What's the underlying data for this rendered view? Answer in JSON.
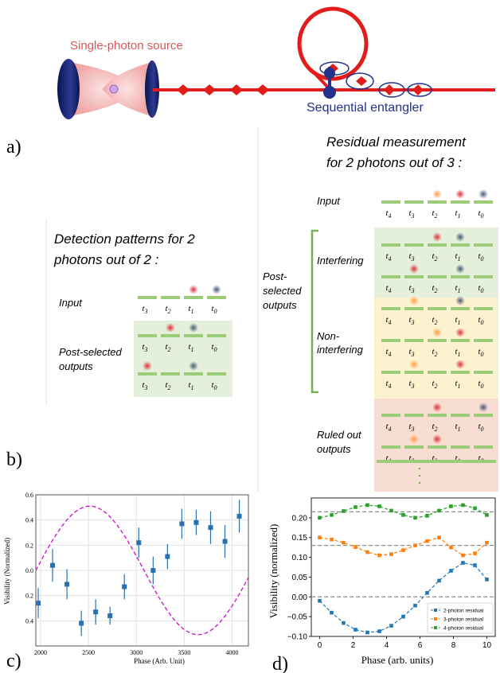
{
  "panel_labels": {
    "a": "a)",
    "b": "b)",
    "c": "c)",
    "d": "d)"
  },
  "panel_a": {
    "source_label": "Single-photon source",
    "entangler_label": "Sequential entangler"
  },
  "panel_b": {
    "title_line1": "Detection patterns for 2",
    "title_line2": "photons out of 2 :",
    "input_label": "Input",
    "post_label_line1": "Post-selected",
    "post_label_line2": "outputs",
    "slots": [
      "3",
      "2",
      "1",
      "0"
    ]
  },
  "panel_r": {
    "title_line1": "Residual measurement",
    "title_line2": "for 2 photons out of 3 :",
    "input_label": "Input",
    "post_label": [
      "Post-",
      "selected",
      "outputs"
    ],
    "interfering_label": "Interfering",
    "noninterfering_line1": "Non-",
    "noninterfering_line2": "interfering",
    "ruled_line1": "Ruled out",
    "ruled_line2": "outputs",
    "slots": [
      "4",
      "3",
      "2",
      "1",
      "0"
    ]
  },
  "chart_data": [
    {
      "type": "scatter",
      "panel": "c",
      "xlabel": "Phase (Arb. Unit)",
      "ylabel": "Visibility (Normalized)",
      "xlim": [
        1950,
        4170
      ],
      "ylim": [
        -0.6,
        0.6
      ],
      "xticks": [
        2000,
        2500,
        3000,
        3500,
        4000
      ],
      "yticks": [
        -0.4,
        -0.2,
        0.0,
        0.2,
        0.4,
        0.6
      ],
      "ytick_labels": [
        "0.4",
        "0.2",
        "0.0",
        "0.2",
        "0.4",
        "0.6"
      ],
      "grid": true,
      "points": [
        {
          "x": 1975,
          "y": -0.26,
          "err": 0.12
        },
        {
          "x": 2125,
          "y": 0.04,
          "err": 0.13
        },
        {
          "x": 2275,
          "y": -0.11,
          "err": 0.12
        },
        {
          "x": 2425,
          "y": -0.42,
          "err": 0.1
        },
        {
          "x": 2575,
          "y": -0.33,
          "err": 0.1
        },
        {
          "x": 2725,
          "y": -0.36,
          "err": 0.07
        },
        {
          "x": 2875,
          "y": -0.13,
          "err": 0.1
        },
        {
          "x": 3025,
          "y": 0.22,
          "err": 0.12
        },
        {
          "x": 3175,
          "y": 0.0,
          "err": 0.11
        },
        {
          "x": 3325,
          "y": 0.11,
          "err": 0.1
        },
        {
          "x": 3475,
          "y": 0.37,
          "err": 0.12
        },
        {
          "x": 3625,
          "y": 0.38,
          "err": 0.1
        },
        {
          "x": 3775,
          "y": 0.34,
          "err": 0.13
        },
        {
          "x": 3925,
          "y": 0.23,
          "err": 0.13
        },
        {
          "x": 4075,
          "y": 0.43,
          "err": 0.13
        }
      ],
      "fit": {
        "amplitude": 0.51,
        "center": 3080,
        "period": 2260,
        "color": "#cc1ecc"
      },
      "point_color": "#2a6fb0"
    },
    {
      "type": "line",
      "panel": "d",
      "xlabel": "Phase (arb. units)",
      "ylabel": "Visibility (normalized)",
      "xlim": [
        -0.5,
        10.5
      ],
      "ylim": [
        -0.1,
        0.25
      ],
      "xticks": [
        0,
        2,
        4,
        6,
        8,
        10
      ],
      "yticks": [
        -0.1,
        -0.05,
        0.0,
        0.05,
        0.1,
        0.15,
        0.2
      ],
      "ytick_labels": [
        "−0.10",
        "−0.05",
        "0.00",
        "0.05",
        "0.10",
        "0.15",
        "0.20"
      ],
      "reference_lines": [
        0.0,
        0.13,
        0.215
      ],
      "x": [
        0,
        0.714,
        1.429,
        2.143,
        2.857,
        3.571,
        4.286,
        5.0,
        5.714,
        6.429,
        7.143,
        7.857,
        8.571,
        9.286,
        10.0
      ],
      "series": [
        {
          "name": "2-photon residual",
          "color": "#1f77b4",
          "values": [
            -0.01,
            -0.04,
            -0.066,
            -0.083,
            -0.09,
            -0.087,
            -0.073,
            -0.05,
            -0.022,
            0.01,
            0.041,
            0.066,
            0.086,
            0.08,
            0.044
          ]
        },
        {
          "name": "3-photon residual",
          "color": "#ff7f0e",
          "values": [
            0.15,
            0.145,
            0.137,
            0.126,
            0.113,
            0.105,
            0.108,
            0.118,
            0.13,
            0.141,
            0.15,
            0.125,
            0.105,
            0.11,
            0.137
          ]
        },
        {
          "name": "4-photon residual",
          "color": "#2ca02c",
          "values": [
            0.2,
            0.207,
            0.217,
            0.227,
            0.232,
            0.229,
            0.218,
            0.207,
            0.2,
            0.205,
            0.218,
            0.229,
            0.232,
            0.224,
            0.207
          ]
        }
      ]
    }
  ]
}
